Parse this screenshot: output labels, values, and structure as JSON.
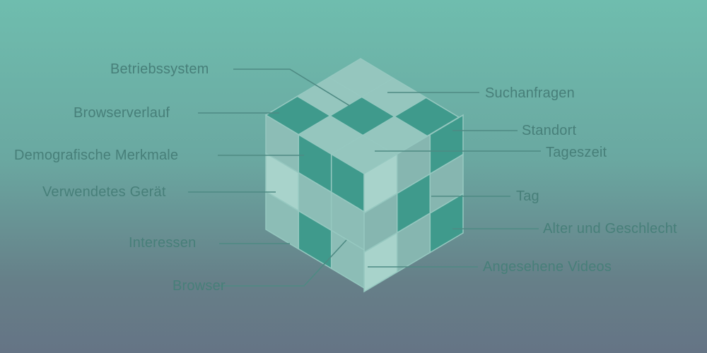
{
  "colors": {
    "cube_face": "#8ebfb7",
    "cube_dark": "#3f9a8c",
    "cube_light": "#a8d3cb",
    "leader": "#4e8a83",
    "label": "#477f79"
  },
  "labels_left": {
    "betriebssystem": "Betriebssystem",
    "browserverlauf": "Browserverlauf",
    "demografisch": "Demografische Merkmale",
    "geraet": "Verwendetes Gerät",
    "interessen": "Interessen",
    "browser": "Browser"
  },
  "labels_right": {
    "suchanfragen": "Suchanfragen",
    "standort": "Standort",
    "tageszeit": "Tageszeit",
    "tag": "Tag",
    "alter": "Alter und Geschlecht",
    "videos": "Angesehene Videos"
  }
}
